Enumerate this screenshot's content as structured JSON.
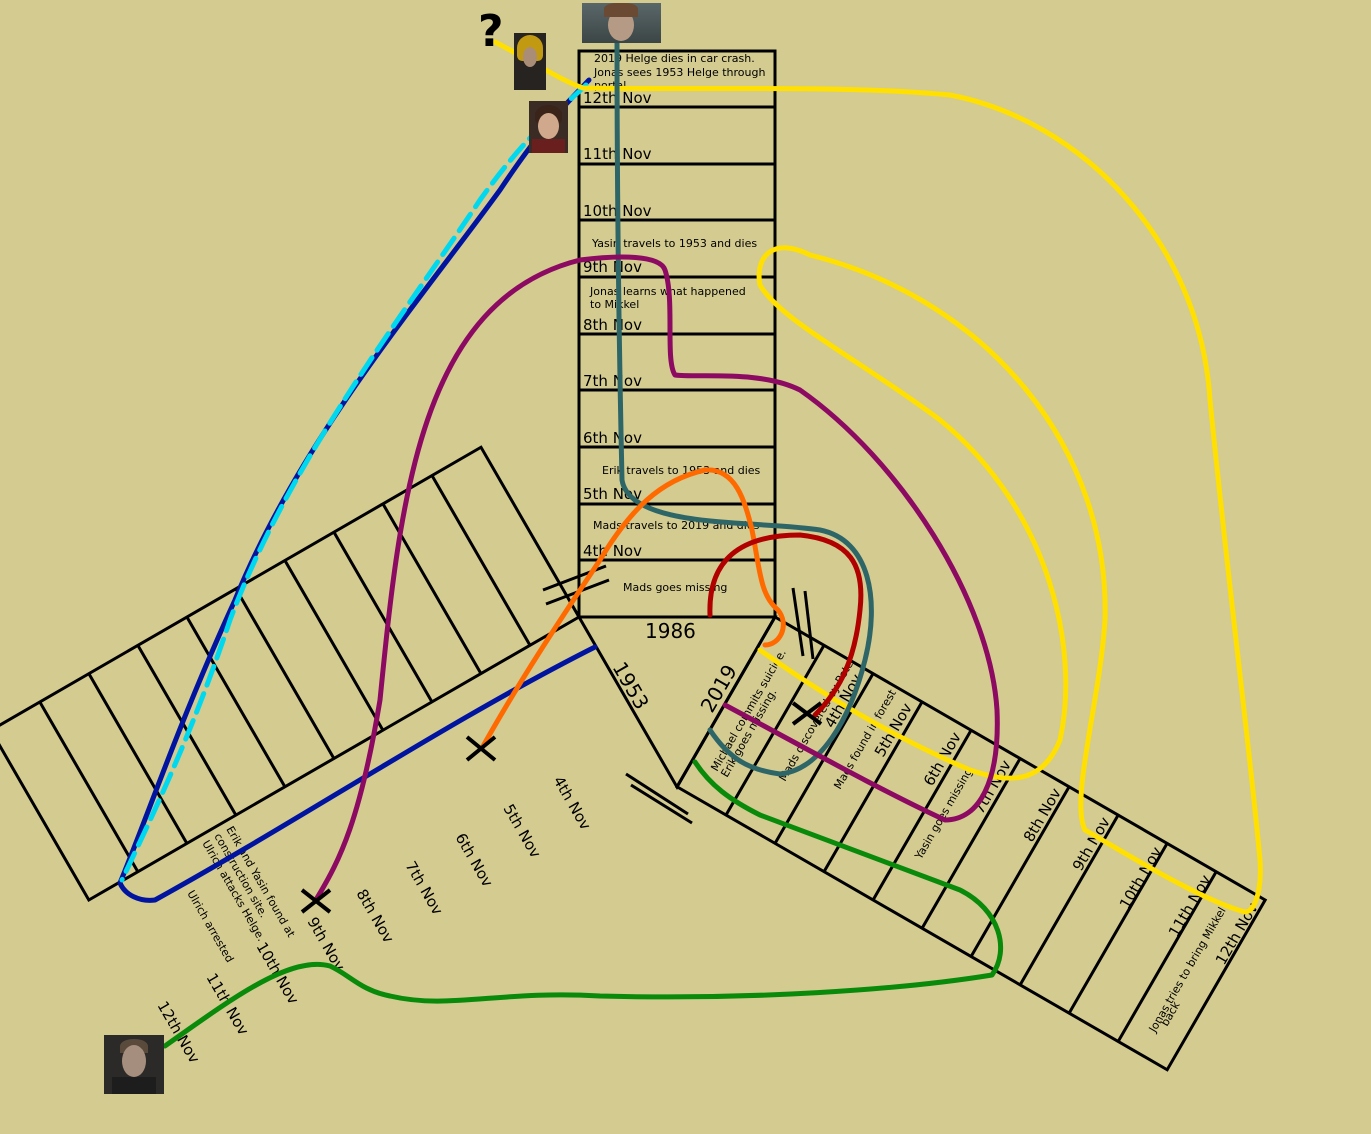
{
  "diagram": {
    "eras": {
      "e1986": "1986",
      "e1953": "1953",
      "e2019": "2019"
    },
    "question_mark": "?",
    "column_1986": {
      "days": [
        "12th Nov",
        "11th Nov",
        "10th Nov",
        "9th Nov",
        "8th Nov",
        "7th Nov",
        "6th Nov",
        "5th Nov",
        "4th Nov"
      ],
      "events": [
        "2019 Helge dies in car crash.",
        "Jonas sees 1953 Helge through",
        "portal.",
        "Yasin travels to 1953 and dies",
        "Jonas learns what happened",
        "to Mikkel",
        "Erik travels to 1953 and dies",
        "Mads travels to 2019 and dies",
        "Mads goes missing"
      ]
    },
    "column_1953": {
      "days": [
        "4th Nov",
        "5th Nov",
        "6th Nov",
        "7th Nov",
        "8th Nov",
        "9th Nov",
        "10th Nov",
        "11th Nov",
        "12th Nov"
      ],
      "events": [
        "Erik and Yasin found at",
        "construction site.",
        "Ulrich attacks Helge.",
        "Ulrich arrested"
      ]
    },
    "column_2019": {
      "days": [
        "4th Nov",
        "5th Nov",
        "6th Nov",
        "7th Nov",
        "8th Nov",
        "9th Nov",
        "10th Nov",
        "11th Nov",
        "12th Nov"
      ],
      "events": [
        "Michael commits suicide.",
        "Erik goes missing.",
        "Mads discovered by Peter",
        "Mads found in forest",
        "Yasin goes missing",
        "Jonas tries to bring Mikkel",
        "back"
      ]
    },
    "portraits": [
      "jonas-portrait",
      "helge-yellow-hood-portrait",
      "mikkel-portrait",
      "ulrich-portrait"
    ],
    "colors": {
      "background": "#d4cb91",
      "yellow": "#ffe000",
      "teal": "#2e6668",
      "purple": "#8c0a62",
      "orange": "#ff6a00",
      "red": "#b00000",
      "green": "#0a8a0a",
      "blue": "#0014a0",
      "cyan": "#00d8f0"
    }
  }
}
